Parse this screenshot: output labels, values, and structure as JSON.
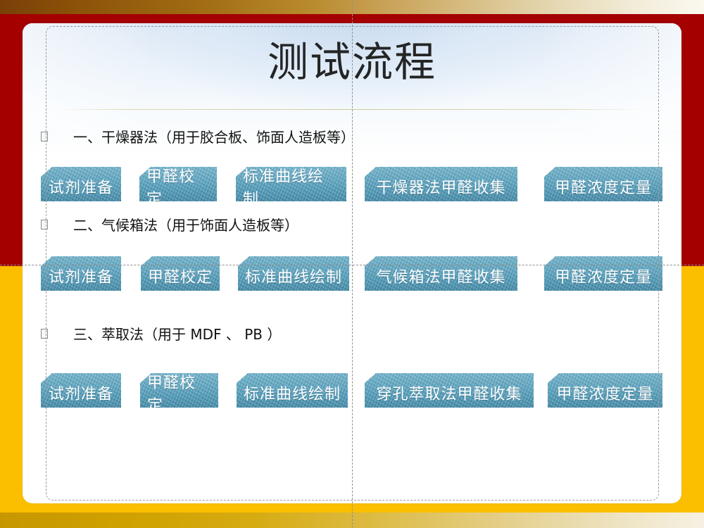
{
  "slide": {
    "title": "测试流程",
    "sections": [
      {
        "heading": "一、干燥器法（用于胶合板、饰面人造板等）",
        "steps": [
          "试剂准备",
          "甲醛校定",
          "标准曲线绘制",
          "干燥器法甲醛收集",
          "甲醛浓度定量"
        ]
      },
      {
        "heading": "二、气候箱法（用于饰面人造板等）",
        "steps": [
          "试剂准备",
          "甲醛校定",
          "标准曲线绘制",
          "气候箱法甲醛收集",
          "甲醛浓度定量"
        ]
      },
      {
        "heading": "三、萃取法（用于 MDF 、 PB ）",
        "steps": [
          "试剂准备",
          "甲醛校定",
          "标准曲线绘制",
          "穿孔萃取法甲醛收集",
          "甲醛浓度定量"
        ]
      }
    ]
  },
  "colors": {
    "frame_red": "#a40000",
    "frame_yellow": "#fbbf00",
    "box_blue": "#5ca5c1",
    "title_text": "#252525",
    "body_text": "#111111"
  }
}
